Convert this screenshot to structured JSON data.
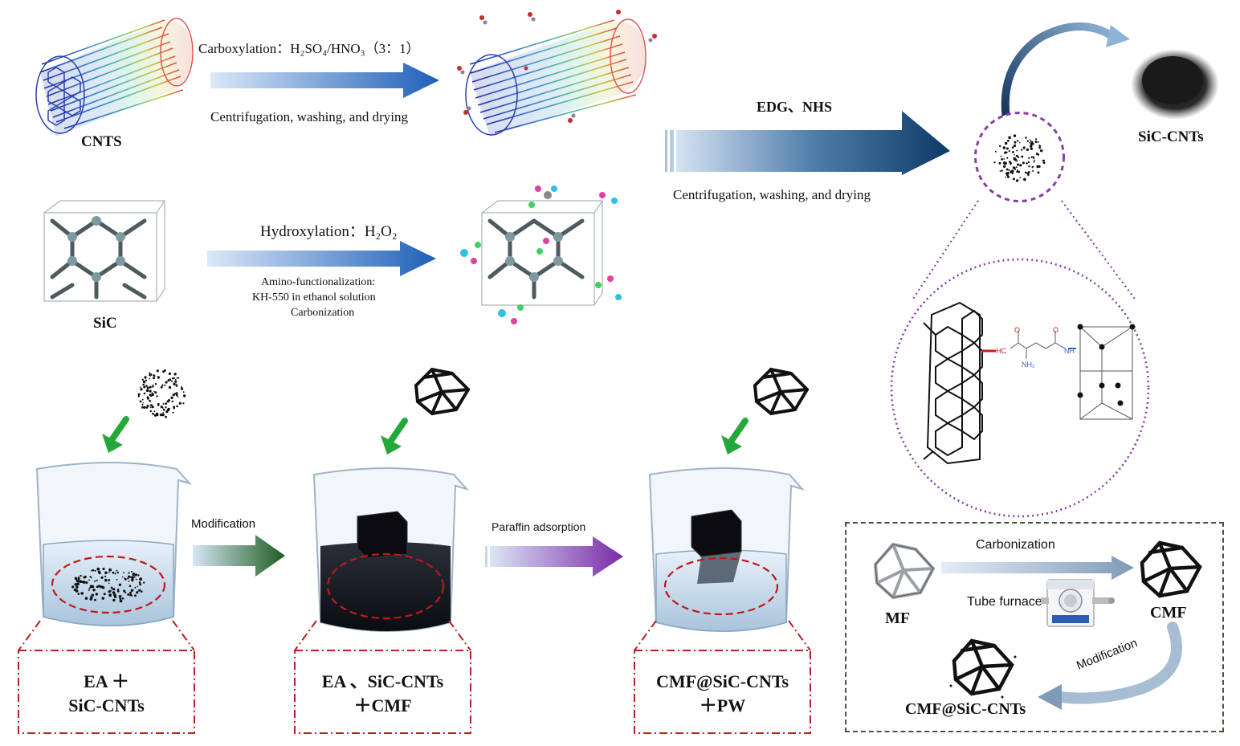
{
  "top_row": {
    "cnts_label": "CNTS",
    "carboxylation_label": "Carboxylation：H₂SO₄/HNO₃（3：1）",
    "centrifugation_label": "Centrifugation, washing, and drying"
  },
  "middle_row": {
    "sic_label": "SiC",
    "hydroxylation_label": "Hydroxylation：H₂O₂",
    "amino_line1": "Amino-functionalization:",
    "amino_line2": "KH-550 in ethanol solution",
    "amino_line3": "Carbonization"
  },
  "coupling": {
    "reagents_label": "EDG、NHS",
    "centrifugation_label": "Centrifugation, washing, and drying",
    "product_label": "SiC-CNTs"
  },
  "molecule": {
    "hc_label": "HC",
    "nh2_label": "NH₂",
    "nh_label": "NH",
    "o_label_1": "O",
    "o_label_2": "O"
  },
  "bottom_row": {
    "modification_label": "Modification",
    "paraffin_label": "Paraffin adsorption",
    "box1_line1": "EA ＋",
    "box1_line2": "SiC-CNTs",
    "box2_line1": "EA 、SiC-CNTs",
    "box2_line2": "＋CMF",
    "box3_line1": "CMF@SiC-CNTs",
    "box3_line2": "＋PW"
  },
  "inset": {
    "carbonization_label": "Carbonization",
    "tube_furnace_label": "Tube furnace",
    "mf_label": "MF",
    "cmf_label": "CMF",
    "modification_label": "Modification",
    "product_label": "CMF@SiC-CNTs"
  },
  "colors": {
    "arrow_blue": "#1f5fb8",
    "arrow_navy": "#0d3a66",
    "arrow_green": "#1e5c22",
    "arrow_purple": "#7a2aa8",
    "dashed_red": "#b52020",
    "dotted_purple": "#8a3fa6",
    "dashed_green": "#3d5a3d",
    "check_green": "#25a83a"
  }
}
